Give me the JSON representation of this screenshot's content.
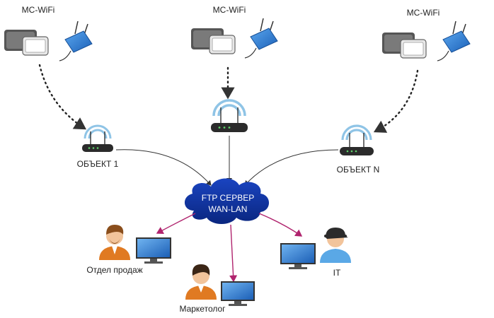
{
  "devices": [
    {
      "label": "MC-WiFi"
    },
    {
      "label": "MC-WiFi"
    },
    {
      "label": "MC-WiFi"
    }
  ],
  "routers": [
    {
      "label": "ОБЪЕКТ 1"
    },
    {
      "label": ""
    },
    {
      "label": "ОБЪЕКТ N"
    }
  ],
  "server": {
    "line1": "FTP СЕРВЕР",
    "line2": "WAN-LAN"
  },
  "users": [
    {
      "label": "Отдел продаж"
    },
    {
      "label": "Маркетолог"
    },
    {
      "label": "IT"
    }
  ],
  "colors": {
    "cloud": "#0c2f9e",
    "router_wave": "#8fc4e6",
    "arrow_dark": "#333333",
    "arrow_magenta": "#b0246e",
    "monitor_screen": "#2f7fd6",
    "device_blue": "#2e7fd3",
    "person_orange": "#e07a22",
    "person_blue": "#5aa8e6"
  },
  "icons": [
    "camera-icon",
    "display-icon",
    "modem-icon",
    "router-icon",
    "cloud-icon",
    "monitor-icon",
    "person-icon"
  ]
}
